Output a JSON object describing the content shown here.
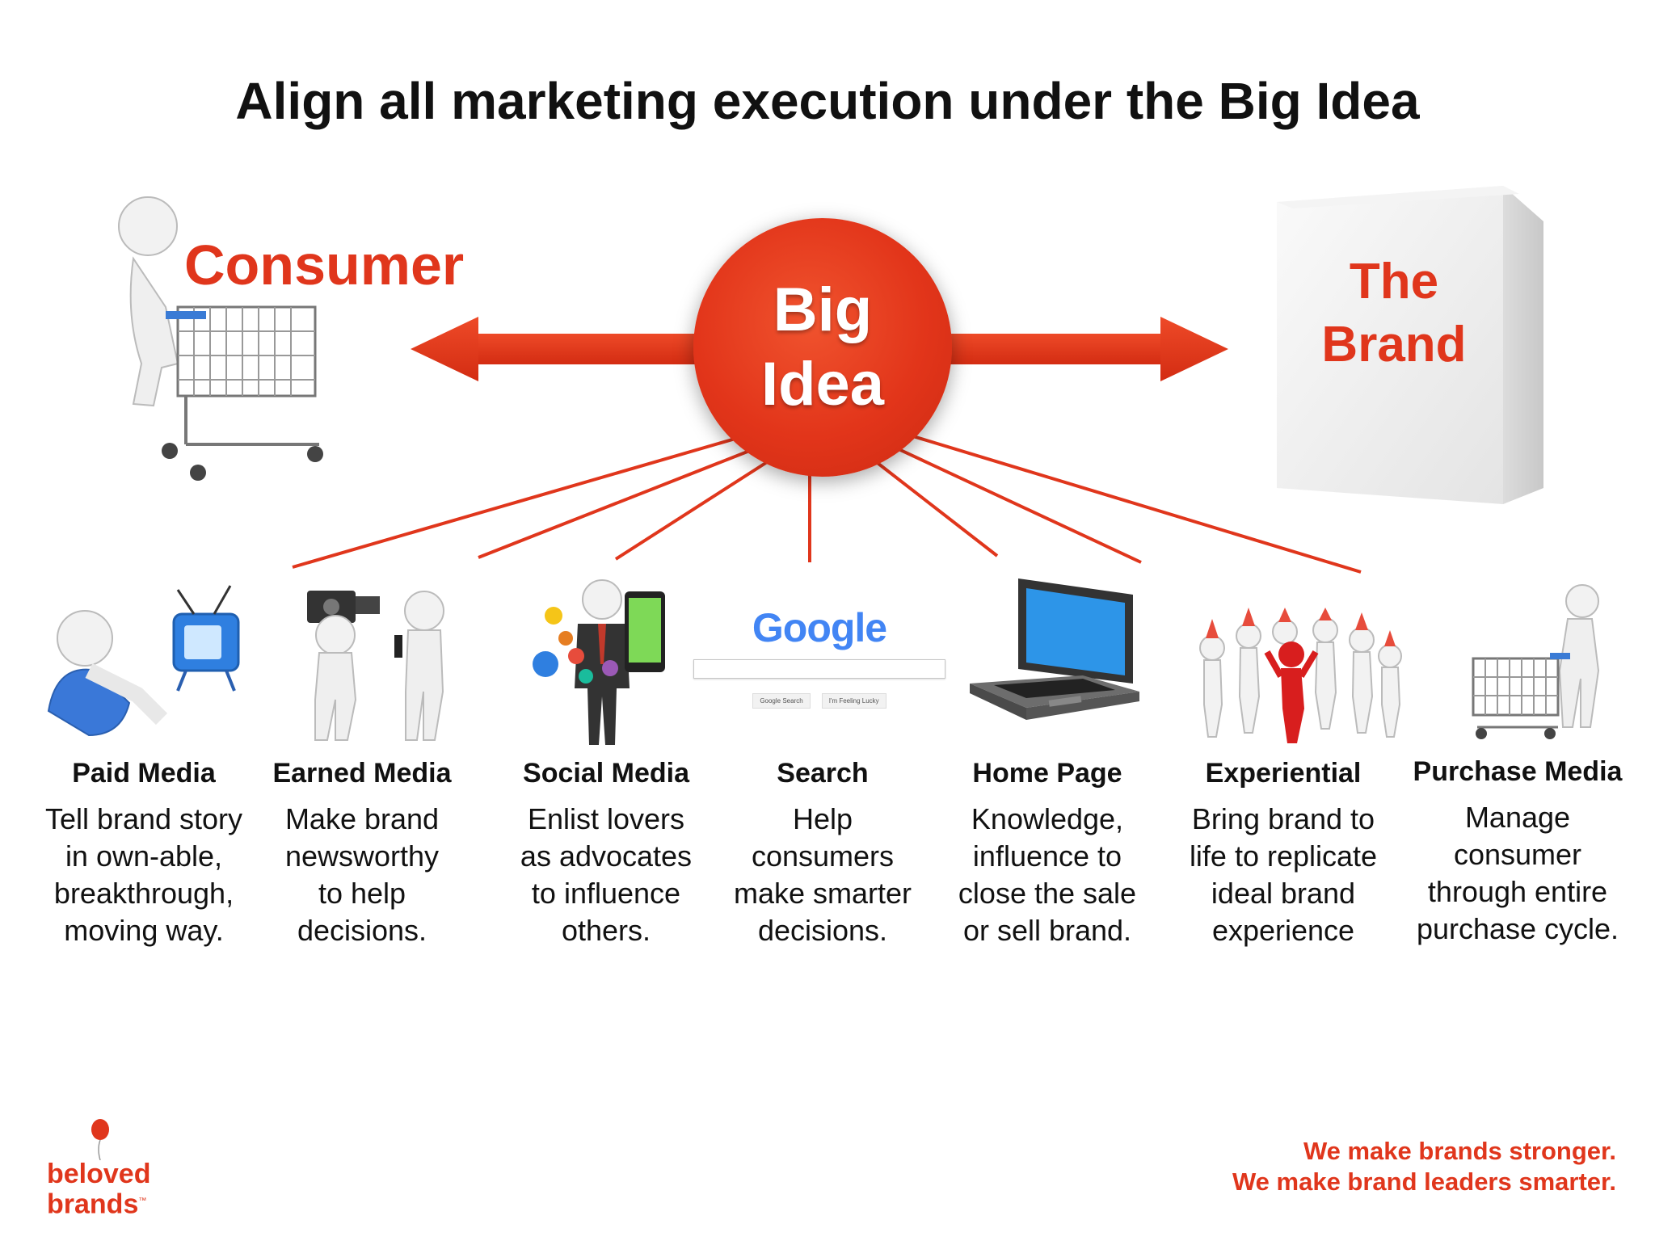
{
  "title": "Align all marketing execution under the Big Idea",
  "consumer_label": "Consumer",
  "big_idea": {
    "line1": "Big",
    "line2": "Idea"
  },
  "brand": {
    "line1": "The",
    "line2": "Brand"
  },
  "google": {
    "logo": "Google",
    "button1": "Google Search",
    "button2": "I'm Feeling Lucky"
  },
  "columns": [
    {
      "title": "Paid Media",
      "desc": "Tell brand story\nin own-able,\nbreakthrough,\nmoving way.",
      "icon": "tv-viewer-icon"
    },
    {
      "title": "Earned Media",
      "desc": "Make brand\nnewsworthy\nto help\ndecisions.",
      "icon": "camera-interview-icon"
    },
    {
      "title": "Social Media",
      "desc": "Enlist lovers\nas advocates\nto influence\nothers.",
      "icon": "social-phone-icon"
    },
    {
      "title": "Search",
      "desc": "Help\nconsumers\nmake smarter\ndecisions.",
      "icon": "google-search-icon"
    },
    {
      "title": "Home Page",
      "desc": "Knowledge,\ninfluence to\nclose the sale\nor sell  brand.",
      "icon": "laptop-icon"
    },
    {
      "title": "Experiential",
      "desc": "Bring brand to\nlife to replicate\nideal brand\nexperience",
      "icon": "party-crowd-icon"
    },
    {
      "title": "Purchase Media",
      "desc": "Manage\nconsumer\nthrough entire\npurchase cycle.",
      "icon": "shopping-cart-icon"
    }
  ],
  "logo": {
    "line1": "beloved",
    "line2": "brands",
    "tm": "™"
  },
  "tagline": {
    "line1": "We make brands stronger.",
    "line2": "We make brand leaders smarter."
  },
  "colors": {
    "accent": "#e0361c",
    "text": "#111111"
  }
}
